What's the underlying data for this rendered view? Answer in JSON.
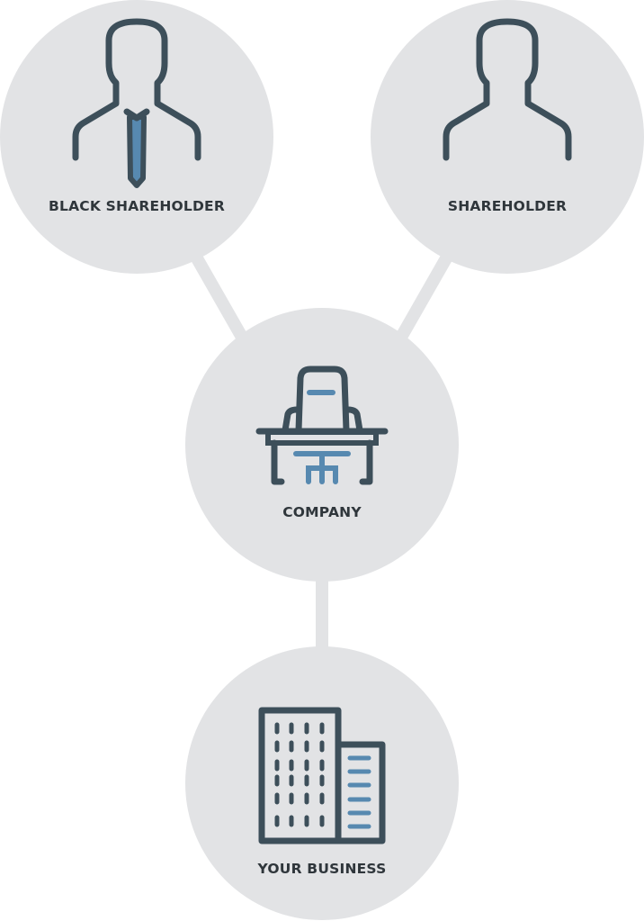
{
  "nodes": {
    "black_shareholder": {
      "label": "BLACK SHAREHOLDER",
      "icon": "person-with-tie-icon"
    },
    "shareholder": {
      "label": "SHAREHOLDER",
      "icon": "person-icon"
    },
    "company": {
      "label": "COMPANY",
      "icon": "desk-chair-icon"
    },
    "business": {
      "label": "YOUR BUSINESS",
      "icon": "building-icon"
    }
  },
  "colors": {
    "circle": "#e2e3e5",
    "icon_dark": "#3d4f5a",
    "icon_accent": "#5789b0",
    "text": "#2f363b"
  }
}
